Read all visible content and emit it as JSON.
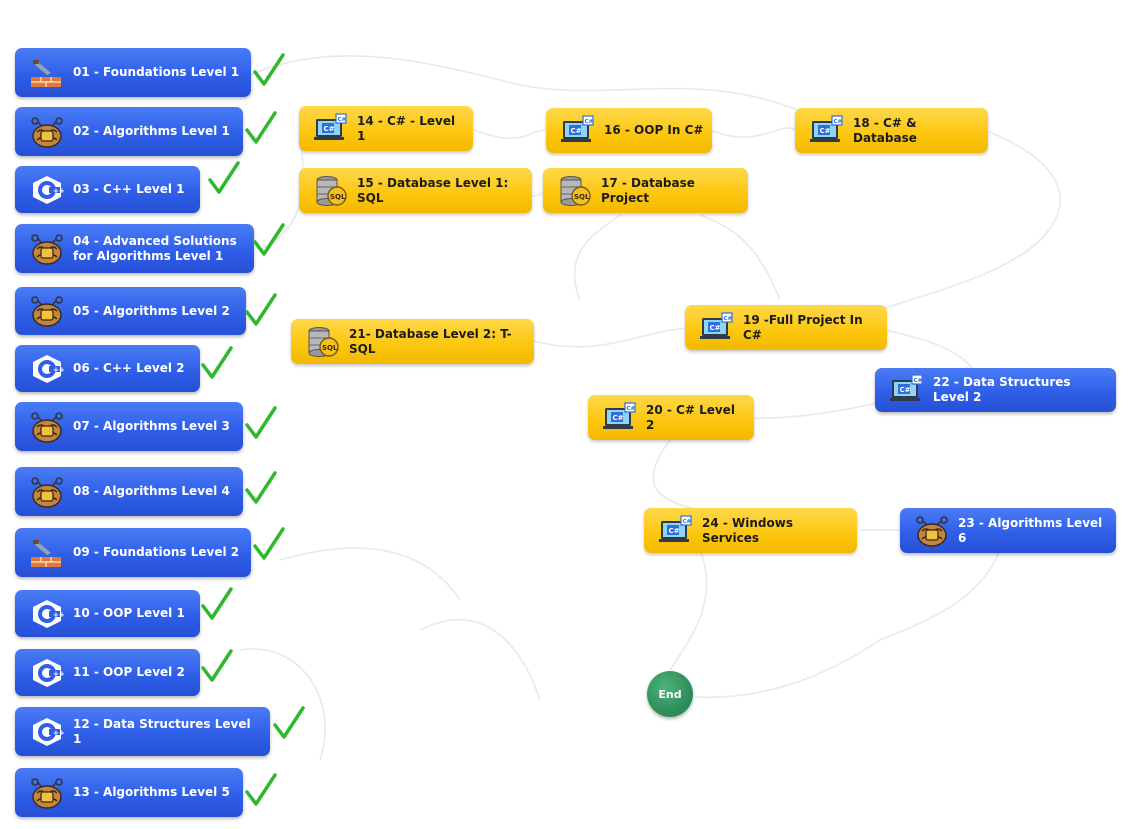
{
  "colors": {
    "blue_node": "#2f5fe8",
    "yellow_node": "#fcc60d",
    "end_node": "#2f8f5a",
    "check": "#2eb82e",
    "connector": "#e6e6e6"
  },
  "left_column": [
    {
      "label": "01 - Foundations Level 1",
      "icon": "brick-trowel-icon",
      "done": true
    },
    {
      "label": "02 - Algorithms Level 1",
      "icon": "brain-gear-icon",
      "done": true
    },
    {
      "label": "03 - C++ Level 1",
      "icon": "cpp-logo-icon",
      "done": true
    },
    {
      "label": "04 - Advanced Solutions\nfor Algorithms Level 1",
      "icon": "brain-gear-icon",
      "done": true
    },
    {
      "label": "05 - Algorithms  Level 2",
      "icon": "brain-gear-icon",
      "done": true
    },
    {
      "label": "06 - C++ Level 2",
      "icon": "cpp-logo-icon",
      "done": true
    },
    {
      "label": "07 - Algorithms Level 3",
      "icon": "brain-gear-icon",
      "done": true
    },
    {
      "label": "08 - Algorithms Level 4",
      "icon": "brain-gear-icon",
      "done": true
    },
    {
      "label": "09 - Foundations Level 2",
      "icon": "brick-trowel-icon",
      "done": true
    },
    {
      "label": "10 - OOP Level 1",
      "icon": "cpp-logo-icon",
      "done": true
    },
    {
      "label": "11 - OOP Level 2",
      "icon": "cpp-logo-icon",
      "done": true
    },
    {
      "label": "12 - Data Structures Level 1",
      "icon": "cpp-logo-icon",
      "done": true
    },
    {
      "label": "13 - Algorithms Level 5",
      "icon": "brain-gear-icon",
      "done": true
    }
  ],
  "right_nodes": [
    {
      "label": "14 - C# - Level 1",
      "icon": "csharp-monitor-icon",
      "color": "yellow"
    },
    {
      "label": "15 - Database Level 1: SQL",
      "icon": "sql-database-icon",
      "color": "yellow"
    },
    {
      "label": "16 - OOP In C#",
      "icon": "csharp-monitor-icon",
      "color": "yellow"
    },
    {
      "label": "17 - Database Project",
      "icon": "sql-database-icon",
      "color": "yellow"
    },
    {
      "label": "18 - C# & Database",
      "icon": "csharp-monitor-icon",
      "color": "yellow"
    },
    {
      "label": "21- Database Level 2: T-SQL",
      "icon": "sql-database-icon",
      "color": "yellow"
    },
    {
      "label": "19 -Full Project In C#",
      "icon": "csharp-monitor-icon",
      "color": "yellow"
    },
    {
      "label": "22 - Data Structures Level 2",
      "icon": "csharp-monitor-icon",
      "color": "blue"
    },
    {
      "label": "20 - C# Level 2",
      "icon": "csharp-monitor-icon",
      "color": "yellow"
    },
    {
      "label": "24 - Windows Services",
      "icon": "csharp-monitor-icon",
      "color": "yellow"
    },
    {
      "label": "23 - Algorithms Level 6",
      "icon": "brain-gear-icon",
      "color": "blue"
    }
  ],
  "end_node": {
    "label": "End"
  }
}
